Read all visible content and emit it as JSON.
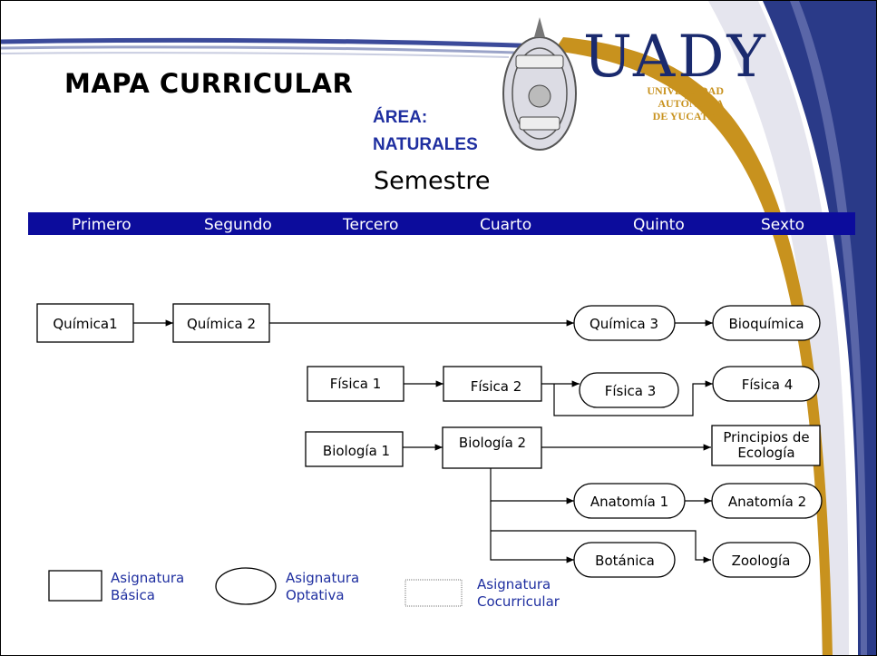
{
  "slide": {
    "title": "MAPA CURRICULAR",
    "area_label": "ÁREA:",
    "area_value": "NATURALES",
    "semestre_label": "Semestre"
  },
  "logo": {
    "wordmark": "UADY",
    "line1": "UNIVERSIDAD",
    "line2": "AUTÓNOMA",
    "line3": "DE YUCATÁN"
  },
  "semesters": [
    "Primero",
    "Segundo",
    "Tercero",
    "Cuarto",
    "Quinto",
    "Sexto"
  ],
  "nodes": {
    "quimica1": "Química1",
    "quimica2": "Química 2",
    "quimica3": "Química 3",
    "bioquimica": "Bioquímica",
    "fisica1": "Física 1",
    "fisica2": "Física 2",
    "fisica3": "Física 3",
    "fisica4": "Física 4",
    "biologia1": "Biología 1",
    "biologia2": "Biología 2",
    "ecologia_1": "Principios de",
    "ecologia_2": "Ecología",
    "anatomia1": "Anatomía 1",
    "anatomia2": "Anatomía 2",
    "botanica": "Botánica",
    "zoologia": "Zoología"
  },
  "legend": {
    "basica_1": "Asignatura",
    "basica_2": "Básica",
    "optativa_1": "Asignatura",
    "optativa_2": "Optativa",
    "cocurricular_1": "Asignatura",
    "cocurricular_2": "Cocurricular"
  },
  "colors": {
    "band": "#0c0c9c",
    "accent_blue": "#1f2fa0",
    "gold": "#c8921e",
    "navy": "#1a2a6e"
  }
}
